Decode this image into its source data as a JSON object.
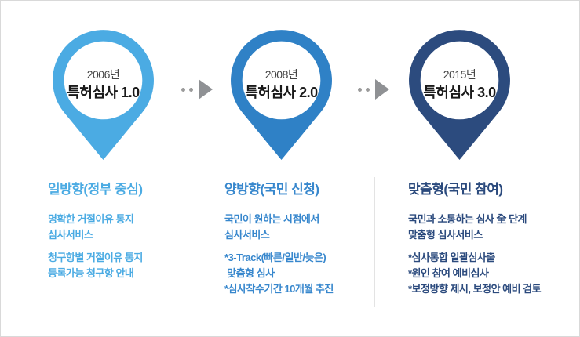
{
  "canvas": {
    "background": "#ffffff",
    "border_color": "#d9d9d9",
    "divider_color": "#e3e3e3",
    "arrow_color": "#8f9194",
    "pin_year_color": "#444444",
    "pin_title_color": "#1a1a1a"
  },
  "stages": [
    {
      "year": "2006년",
      "title": "특허심사 1.0",
      "pin_color": "#4babe3",
      "text_color": "#4babe3",
      "heading": "일방향(정부 중심)",
      "paragraphs": [
        [
          "명확한 거절이유 통지",
          "심사서비스"
        ],
        [
          "청구항별 거절이유 통지",
          "등록가능 청구항 안내"
        ]
      ]
    },
    {
      "year": "2008년",
      "title": "특허심사 2.0",
      "pin_color": "#2f81c6",
      "text_color": "#3787cd",
      "heading": "양방향(국민 신청)",
      "paragraphs": [
        [
          "국민이 원하는 시점에서",
          "심사서비스"
        ],
        [
          "*3-Track(빠른/일반/늦은)",
          " 맞춤형 심사",
          "*심사착수기간 10개월 추진"
        ]
      ]
    },
    {
      "year": "2015년",
      "title": "특허심사 3.0",
      "pin_color": "#2c4b7e",
      "text_color": "#2b4a7d",
      "heading": "맞춤형(국민 참여)",
      "paragraphs": [
        [
          "국민과 소통하는 심사 全 단계",
          "맞춤형 심사서비스"
        ],
        [
          "*심사통합 일괄심사출",
          "*원인 참여 예비심사",
          "*보정방향 제시, 보정안 예비 검토"
        ]
      ]
    }
  ]
}
